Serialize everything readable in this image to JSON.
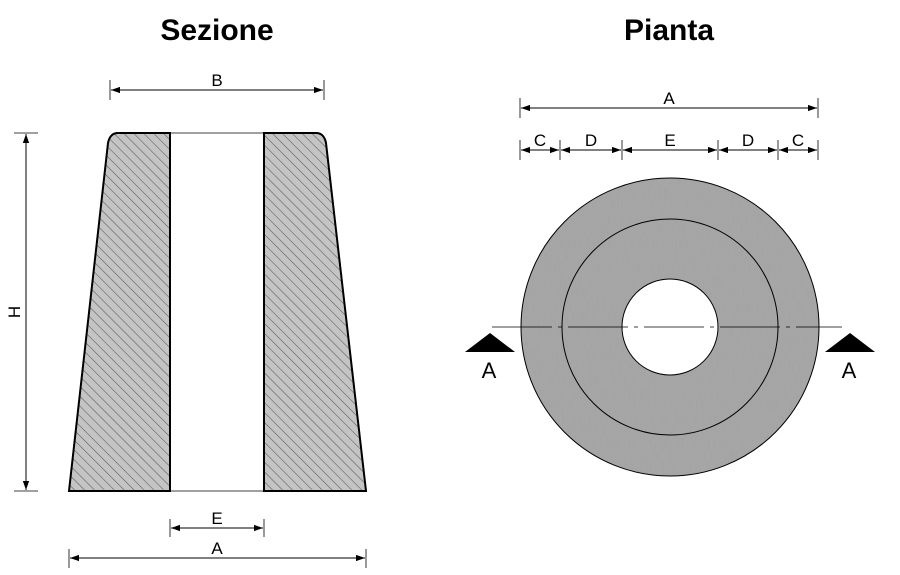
{
  "titles": {
    "section": "Sezione",
    "plan": "Pianta"
  },
  "section_dims": {
    "top_width": "B",
    "height": "H",
    "hole": "E",
    "base_width": "A"
  },
  "plan_dims": {
    "overall": "A",
    "c_left": "C",
    "d_left": "D",
    "e_center": "E",
    "d_right": "D",
    "c_right": "C"
  },
  "section_markers": {
    "left": "A",
    "right": "A"
  },
  "colors": {
    "concrete": "#a3a3a3",
    "hatch": "#6a6a6a",
    "line": "#000000",
    "background": "#ffffff"
  }
}
